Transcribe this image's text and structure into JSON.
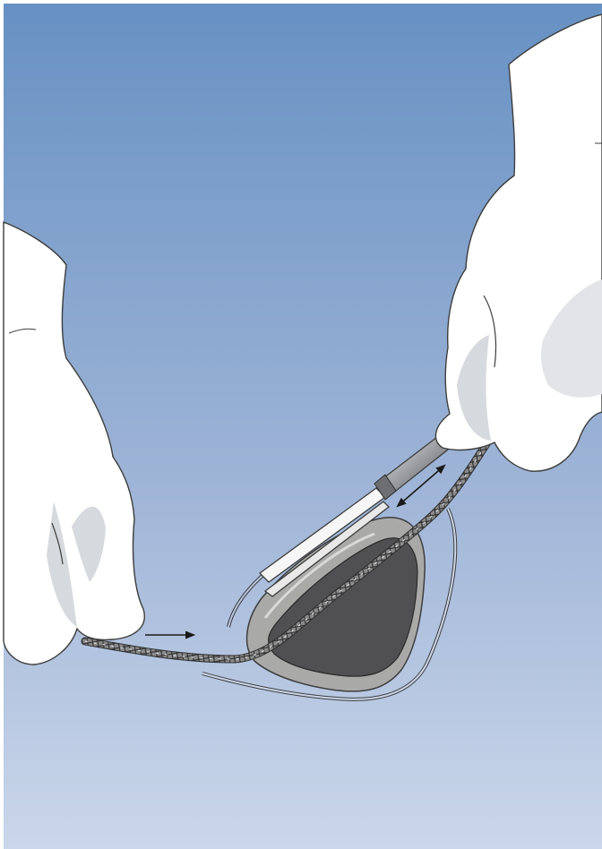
{
  "illustration": {
    "subject": "surgical-implant-tying-illustration",
    "colors": {
      "background_top": "#6a94c4",
      "background_bottom": "#cad6ea",
      "glove_fill": "#ffffff",
      "glove_shadow": "#d6d9dd",
      "outline": "#3d3d3d",
      "pocket_outer": "#a9aaa8",
      "pocket_inner": "#505052",
      "suture_dark": "#4a4a4a",
      "instrument_steel": "#9b9da0",
      "arrow": "#1a1a1a"
    },
    "icons": [
      "left-gloved-hand",
      "right-gloved-hand",
      "braided-suture",
      "forceps-instrument",
      "implant-pocket",
      "pull-arrow-icon",
      "push-pull-arrow-icon"
    ]
  }
}
